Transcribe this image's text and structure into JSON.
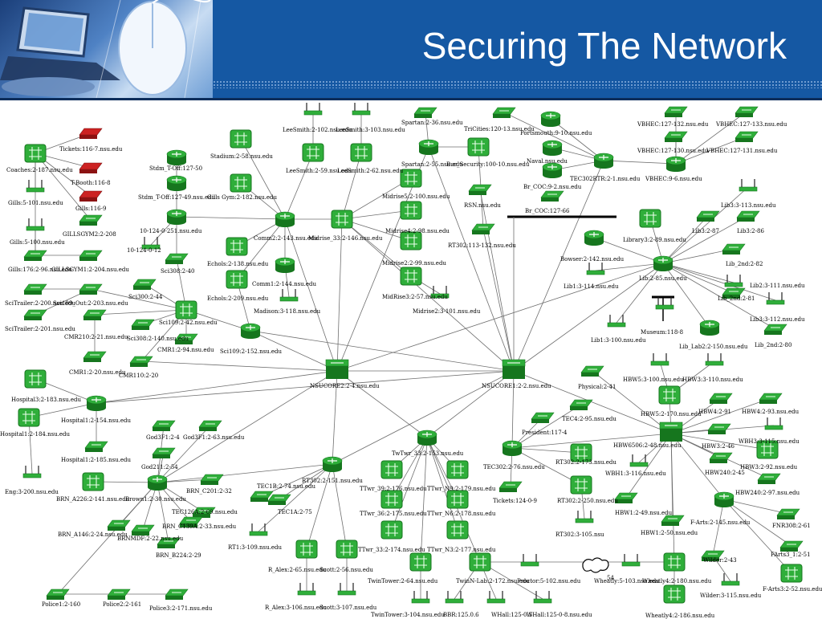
{
  "slide": {
    "title": "Securing The Network",
    "colors": {
      "header": "#1558a3",
      "device": "#2fae3a",
      "device_dark": "#16761e",
      "alert": "#cc2222",
      "link": "#6f6f6f",
      "background": "#ffffff"
    }
  },
  "icons": [
    "computer-mouse-photo",
    "router-icon",
    "switch-icon",
    "hub-icon",
    "access-point-icon",
    "firewall-icon",
    "cloud-icon"
  ],
  "nodes": [
    {
      "id": "tickets",
      "label": "Tickets:116-7.nsu.edu",
      "kind": "alert"
    },
    {
      "id": "coaches",
      "label": "Coaches:2-187.nsu.edu",
      "kind": "switch"
    },
    {
      "id": "tbooth",
      "label": "T-Booth:116-8",
      "kind": "alert"
    },
    {
      "id": "gills5101",
      "label": "Gills:5-101.nsu.edu",
      "kind": "ap"
    },
    {
      "id": "gills1169",
      "label": "Gills:116-9",
      "kind": "alert"
    },
    {
      "id": "gillsgym2",
      "label": "GILLSGYM2:2-208",
      "kind": "hub"
    },
    {
      "id": "gills5100",
      "label": "Gills:5-100.nsu.edu",
      "kind": "ap"
    },
    {
      "id": "gills176",
      "label": "Gills:176:2-96.nsu.edu",
      "kind": "hub"
    },
    {
      "id": "gillsgym1",
      "label": "GILLSGYM1:2-204.nsu.edu",
      "kind": "hub"
    },
    {
      "id": "stdmtoff",
      "label": "Stdm_T-Off:127-50",
      "kind": "router"
    },
    {
      "id": "stdmtoff49",
      "label": "Stdm_T-Off:127-49.nsu.edu",
      "kind": "router"
    },
    {
      "id": "r124251",
      "label": "10-124-0-251.nsu.edu",
      "kind": "router"
    },
    {
      "id": "r10124012",
      "label": "10-124-0-12",
      "kind": "ap"
    },
    {
      "id": "sci308",
      "label": "Sci308:2-40",
      "kind": "hub"
    },
    {
      "id": "scitrailer200",
      "label": "SciTrailer:2-200.nsu.edu",
      "kind": "hub"
    },
    {
      "id": "sciout",
      "label": "Sci109_Out:2-203.nsu.edu",
      "kind": "hub"
    },
    {
      "id": "scitrailer201",
      "label": "SciTrailer:2-201.nsu.edu",
      "kind": "hub"
    },
    {
      "id": "sci300",
      "label": "Sci300:2-44",
      "kind": "hub"
    },
    {
      "id": "sci109",
      "label": "Sci109:2-42.nsu.edu",
      "kind": "switch"
    },
    {
      "id": "cmr210",
      "label": "CMR210:2-21.nsu.edu",
      "kind": "hub"
    },
    {
      "id": "sci308140",
      "label": "Sci308:2-140.nsu.edu",
      "kind": "hub"
    },
    {
      "id": "cmr194",
      "label": "CMR1:2-94.nsu.edu",
      "kind": "hub"
    },
    {
      "id": "cmr120",
      "label": "CMR1:2-20.nsu.edu",
      "kind": "hub"
    },
    {
      "id": "cmr110",
      "label": "CMR110:2-20",
      "kind": "hub"
    },
    {
      "id": "stadium",
      "label": "Stadium:2-58.nsu.edu",
      "kind": "switch"
    },
    {
      "id": "gillsgym182",
      "label": "Gills Gym:2-182.nsu.edu",
      "kind": "switch"
    },
    {
      "id": "leesmith102",
      "label": "LeeSmith:2-102.nsu.edu",
      "kind": "ap"
    },
    {
      "id": "leesmith103",
      "label": "LeeSmith:3-103.nsu.edu",
      "kind": "ap"
    },
    {
      "id": "leesmith59",
      "label": "LeeSmith:2-59.nsu.edu",
      "kind": "switch"
    },
    {
      "id": "leesmith62",
      "label": "LeeSmith:2-62.nsu.edu",
      "kind": "switch"
    },
    {
      "id": "comm2",
      "label": "Comm2:2-143.nsu.edu",
      "kind": "router"
    },
    {
      "id": "midrise33",
      "label": "Midrise_33:2-146.nsu.edu",
      "kind": "switch"
    },
    {
      "id": "echols138",
      "label": "Echols:2-138.nsu.edu",
      "kind": "switch"
    },
    {
      "id": "echols209",
      "label": "Echols:2-209.nsu.edu",
      "kind": "switch"
    },
    {
      "id": "comm1",
      "label": "Comm1:2-144.nsu.edu",
      "kind": "router"
    },
    {
      "id": "madison",
      "label": "Madison:3-118.nsu.edu",
      "kind": "ap"
    },
    {
      "id": "sci109152",
      "label": "Sci109:2-152.nsu.edu",
      "kind": "router"
    },
    {
      "id": "midrise5",
      "label": "Midrise5:2-100.nsu.edu",
      "kind": "switch"
    },
    {
      "id": "midrise4",
      "label": "Midrise4:2-98.nsu.edu",
      "kind": "switch"
    },
    {
      "id": "midrise2",
      "label": "Midrise2:2-99.nsu.edu",
      "kind": "switch"
    },
    {
      "id": "midrise3",
      "label": "MidRise3:2-57.nsu.edu",
      "kind": "switch"
    },
    {
      "id": "midrise2ap",
      "label": "Midrise2:3-101.nsu.edu",
      "kind": "ap"
    },
    {
      "id": "spartan36",
      "label": "Spartan:2-36.nsu.edu",
      "kind": "hub"
    },
    {
      "id": "spartan55",
      "label": "Spartan:2-55.nsu.edu",
      "kind": "router"
    },
    {
      "id": "bursecurity",
      "label": "Bur_Security:100-10.nsu.edu",
      "kind": "switch"
    },
    {
      "id": "rsn",
      "label": "RSN.nsu.edu",
      "kind": "hub"
    },
    {
      "id": "rt302",
      "label": "RT302:113-132.nsu.edu",
      "kind": "hub"
    },
    {
      "id": "tricities",
      "label": "TriCities:120-13.nsu.edu",
      "kind": "hub"
    },
    {
      "id": "portsmouth",
      "label": "Portsmouth:9-10.nsu.edu",
      "kind": "router"
    },
    {
      "id": "naval",
      "label": "Naval.nsu.edu",
      "kind": "router"
    },
    {
      "id": "brcoc9",
      "label": "Br_COC:9-2.nsu.edu",
      "kind": "router"
    },
    {
      "id": "brcoc66",
      "label": "Br_COC:127-66",
      "kind": "hub"
    },
    {
      "id": "tec302rtr",
      "label": "TEC302RTR:2-1.nsu.edu",
      "kind": "router"
    },
    {
      "id": "vbhec96",
      "label": "VBHEC:9-6.nsu.edu",
      "kind": "router"
    },
    {
      "id": "vbhec132",
      "label": "VBHEC:127-132.nsu.edu",
      "kind": "hub"
    },
    {
      "id": "vbhec133",
      "label": "VBHEC:127-133.nsu.edu",
      "kind": "hub"
    },
    {
      "id": "vbhec130",
      "label": "VBHEC:127-130.nsu.edu",
      "kind": "hub"
    },
    {
      "id": "vbhec131",
      "label": "VBHEC:127-131.nsu.edu",
      "kind": "hub"
    },
    {
      "id": "lib3113",
      "label": "Lib3:3-113.nsu.edu",
      "kind": "ap"
    },
    {
      "id": "library3",
      "label": "Library3:2-89.nsu.edu",
      "kind": "switch"
    },
    {
      "id": "lib387",
      "label": "Lib3:2-87",
      "kind": "hub"
    },
    {
      "id": "lib386",
      "label": "Lib3:2-86",
      "kind": "hub"
    },
    {
      "id": "bowser",
      "label": "Bowser:2-142.nsu.edu",
      "kind": "router"
    },
    {
      "id": "lib2nd82",
      "label": "Lib_2nd:2-82",
      "kind": "hub"
    },
    {
      "id": "lib285",
      "label": "Lib:2-85.nsu.edu",
      "kind": "router"
    },
    {
      "id": "lib1114",
      "label": "Lib1:3-114.nsu.edu",
      "kind": "ap"
    },
    {
      "id": "lib2111",
      "label": "Lib2:3-111.nsu.edu",
      "kind": "ap"
    },
    {
      "id": "lib2nd81",
      "label": "Lib_2nd:2-81",
      "kind": "hub"
    },
    {
      "id": "lib3112",
      "label": "Lib3:3-112.nsu.edu",
      "kind": "ap"
    },
    {
      "id": "lib1100",
      "label": "Lib1:3-100.nsu.edu",
      "kind": "ap"
    },
    {
      "id": "museum",
      "label": "Museum:118-8",
      "kind": "ap"
    },
    {
      "id": "liblab2",
      "label": "Lib_Lab2:2-150.nsu.edu",
      "kind": "router"
    },
    {
      "id": "lib2nd80",
      "label": "Lib_2nd:2-80",
      "kind": "hub"
    },
    {
      "id": "hospital3",
      "label": "Hospital3:2-183.nsu.edu",
      "kind": "switch"
    },
    {
      "id": "hospital1154",
      "label": "Hospital1:2-154.nsu.edu",
      "kind": "router"
    },
    {
      "id": "hospital1184",
      "label": "Hospital1:2-184.nsu.edu",
      "kind": "switch"
    },
    {
      "id": "hospital1185",
      "label": "Hospital1:2-185.nsu.edu",
      "kind": "hub"
    },
    {
      "id": "eng",
      "label": "Eng:3-200.nsu.edu",
      "kind": "ap"
    },
    {
      "id": "nsucore2",
      "label": "NSUCORE2:2-4.nsu.edu",
      "kind": "core"
    },
    {
      "id": "nsucore1",
      "label": "NSUCORE1:2-2.nsu.edu",
      "kind": "core"
    },
    {
      "id": "god3f1",
      "label": "God3F1:2-4",
      "kind": "hub"
    },
    {
      "id": "god3f163",
      "label": "God3F1:2-63.nsu.edu",
      "kind": "hub"
    },
    {
      "id": "god211",
      "label": "God211:2-54",
      "kind": "hub"
    },
    {
      "id": "brna226",
      "label": "BRN_A226:2-141.nsu.edu",
      "kind": "switch"
    },
    {
      "id": "brown1",
      "label": "Brown1:2-30.nsu.edu",
      "kind": "router"
    },
    {
      "id": "brnc201",
      "label": "BRN_C201:2-32",
      "kind": "hub"
    },
    {
      "id": "tec126a",
      "label": "TEC126A:2-69.nsu.edu",
      "kind": "hub"
    },
    {
      "id": "tec1a",
      "label": "TEC1A:2-75",
      "kind": "hub"
    },
    {
      "id": "brnc139a",
      "label": "BRN_C139A:2-33.nsu.edu",
      "kind": "hub"
    },
    {
      "id": "brna146",
      "label": "BRN_A146:2-24.nsu.edu",
      "kind": "hub"
    },
    {
      "id": "brnmdf",
      "label": "BRNMDF:2-22.nsu.edu",
      "kind": "hub"
    },
    {
      "id": "brnb224",
      "label": "BRN_B224:2-29",
      "kind": "hub"
    },
    {
      "id": "tec1b",
      "label": "TEC1B:2-74.nsu.edu",
      "kind": "hub"
    },
    {
      "id": "rt302151",
      "label": "RT302:2-151.nsu.edu",
      "kind": "router"
    },
    {
      "id": "rt1",
      "label": "RT1:3-109.nsu.edu",
      "kind": "ap"
    },
    {
      "id": "ralex65",
      "label": "R_Alex:2-65.nsu.edu",
      "kind": "switch"
    },
    {
      "id": "scott",
      "label": "Scott:2-56.nsu.edu",
      "kind": "switch"
    },
    {
      "id": "ralex106",
      "label": "R_Alex:3-106.nsu.edu",
      "kind": "ap"
    },
    {
      "id": "scott107",
      "label": "Scott:3-107.nsu.edu",
      "kind": "ap"
    },
    {
      "id": "police1",
      "label": "Police1:2-160",
      "kind": "hub"
    },
    {
      "id": "police2",
      "label": "Police2:2-161",
      "kind": "hub"
    },
    {
      "id": "police3",
      "label": "Police3:2-171.nsu.edu",
      "kind": "hub"
    },
    {
      "id": "twtwr153",
      "label": "TwTwr_33:2-153.nsu.edu",
      "kind": "router"
    },
    {
      "id": "ttwr176",
      "label": "TTwr_39:2-176.nsu.edu",
      "kind": "switch"
    },
    {
      "id": "ttwr179",
      "label": "TTwr_N9:2-179.nsu.edu",
      "kind": "switch"
    },
    {
      "id": "ttwr175",
      "label": "TTwr_36:2-175.nsu.edu",
      "kind": "switch"
    },
    {
      "id": "ttwr178",
      "label": "TTwr_N6:2-178.nsu.edu",
      "kind": "switch"
    },
    {
      "id": "ttwr174",
      "label": "TTwr_33:2-174.nsu.edu",
      "kind": "switch"
    },
    {
      "id": "ttwr177",
      "label": "TTwr_N3:2-177.nsu.edu",
      "kind": "switch"
    },
    {
      "id": "twintower64",
      "label": "TwinTower:2-64.nsu.edu",
      "kind": "switch"
    },
    {
      "id": "twinnlab",
      "label": "TwinN-Lab:2-172.nsu.edu",
      "kind": "switch"
    },
    {
      "id": "twintower104",
      "label": "TwinTower:3-104.nsu.edu",
      "kind": "ap"
    },
    {
      "id": "bbr",
      "label": "BBR:125.0.6",
      "kind": "ap"
    },
    {
      "id": "whall125",
      "label": "WHall:125-0.5",
      "kind": "ap"
    },
    {
      "id": "whall1258",
      "label": "WHall:125-0-8.nsu.edu",
      "kind": "ap"
    },
    {
      "id": "proctor",
      "label": "Proctor:5-102.nsu.edu",
      "kind": "ap"
    },
    {
      "id": "wheatly103",
      "label": "Wheatly:5-103.nsu.edu",
      "kind": "ap"
    },
    {
      "id": "wheatly180",
      "label": "Wheatly4:2-180.nsu.edu",
      "kind": "switch"
    },
    {
      "id": "wheatly186",
      "label": "Wheatly4:2-186.nsu.edu",
      "kind": "switch"
    },
    {
      "id": "tec302",
      "label": "TEC302:2-76.nsu.edu",
      "kind": "router"
    },
    {
      "id": "president",
      "label": "President:117-4",
      "kind": "hub"
    },
    {
      "id": "tec495",
      "label": "TEC4:2-95.nsu.edu",
      "kind": "hub"
    },
    {
      "id": "rt302173",
      "label": "RT302:2-173.nsu.edu",
      "kind": "switch"
    },
    {
      "id": "tickets1249",
      "label": "Tickets:124-0-9",
      "kind": "hub"
    },
    {
      "id": "rt302250",
      "label": "RT302:2-250.nsu.edu",
      "kind": "switch"
    },
    {
      "id": "rt302105",
      "label": "RT302:3-105.nsu",
      "kind": "ap"
    },
    {
      "id": "physical",
      "label": "Physical:2-41",
      "kind": "hub"
    },
    {
      "id": "hbw5100",
      "label": "HBW5:3-100.nsu.edu",
      "kind": "ap"
    },
    {
      "id": "hbw3110",
      "label": "HBW3:3-110.nsu.edu",
      "kind": "ap"
    },
    {
      "id": "hbw5170",
      "label": "HBW5:2-170.nsu.edu",
      "kind": "switch"
    },
    {
      "id": "hbw491",
      "label": "HBW4:2-91",
      "kind": "hub"
    },
    {
      "id": "hbw493",
      "label": "HBW4:2-93.nsu.edu",
      "kind": "hub"
    },
    {
      "id": "hbw6506",
      "label": "HBW6506:2-48.nsu.edu",
      "kind": "core"
    },
    {
      "id": "hbw346",
      "label": "HBW3:2-46",
      "kind": "hub"
    },
    {
      "id": "wbh3115",
      "label": "WBH3:3-115.nsu.edu",
      "kind": "ap"
    },
    {
      "id": "wbh1116",
      "label": "WBH1:3-116.nsu.edu",
      "kind": "ap"
    },
    {
      "id": "hbw240",
      "label": "HBW240:2-45",
      "kind": "hub"
    },
    {
      "id": "hbw392",
      "label": "HBW3:2-92.nsu.edu",
      "kind": "switch"
    },
    {
      "id": "hbw240997",
      "label": "HBW240:2-97.nsu.edu",
      "kind": "hub"
    },
    {
      "id": "hbw149",
      "label": "HBW1:2-49.nsu.edu",
      "kind": "hub"
    },
    {
      "id": "hbw150",
      "label": "HBW1:2-50.nsu.edu",
      "kind": "hub"
    },
    {
      "id": "farts145",
      "label": "F-Arts:2-145.nsu.edu",
      "kind": "router"
    },
    {
      "id": "fnr308",
      "label": "FNR308:2-61",
      "kind": "hub"
    },
    {
      "id": "farts351",
      "label": "FArts3_1:2-51",
      "kind": "hub"
    },
    {
      "id": "wilder43",
      "label": "Wilder:2-43",
      "kind": "hub"
    },
    {
      "id": "wilder115",
      "label": "Wilder:3-115.nsu.edu",
      "kind": "ap"
    },
    {
      "id": "farts352",
      "label": "F-Arts3:2-52.nsu.edu",
      "kind": "switch"
    }
  ],
  "extra_labels": [
    {
      "id": "cloud-54",
      "label": "54"
    }
  ]
}
